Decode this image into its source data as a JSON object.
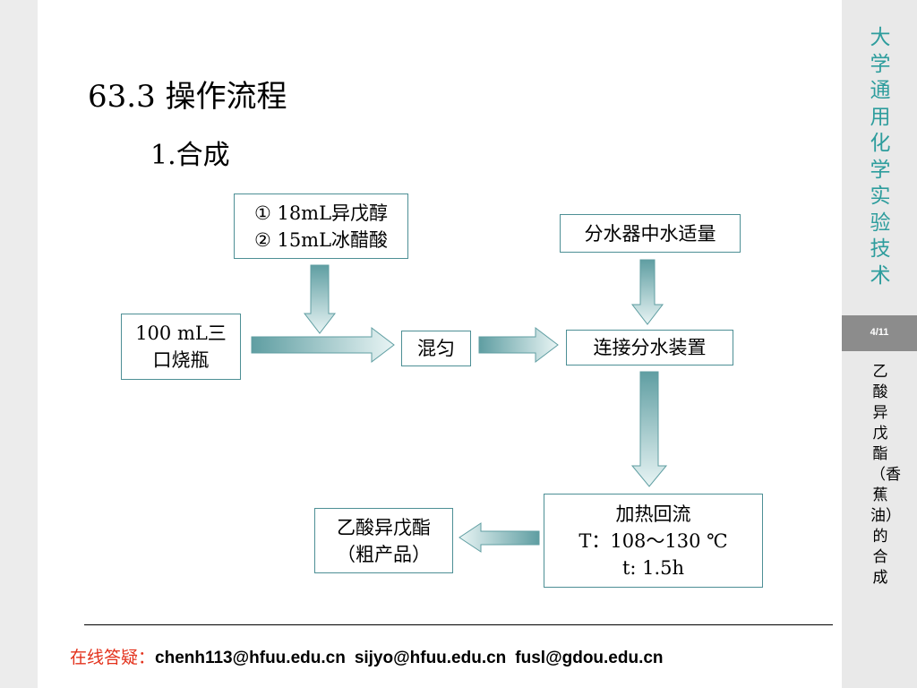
{
  "sidebar": {
    "course_title": "大学通用化学实验技术",
    "page_indicator": "4/11",
    "experiment_title": "乙酸异戊酯（香蕉油）的合成"
  },
  "slide": {
    "heading": "63.3  操作流程",
    "subheading": "1.合成"
  },
  "flowchart": {
    "reagents": {
      "line1": "①  18mL异戊醇",
      "line2": "②  15mL冰醋酸"
    },
    "flask": {
      "line1": "100 mL三",
      "line2": "口烧瓶"
    },
    "mix": "混匀",
    "water_separator": "分水器中水适量",
    "apparatus": "连接分水装置",
    "reflux": {
      "line1": "加热回流",
      "line2": "T：108～130 ℃",
      "line3": "t: 1.5h"
    },
    "product": {
      "line1": "乙酸异戊酯",
      "line2": "（粗产品）"
    }
  },
  "footer": {
    "label": "在线答疑：",
    "emails": [
      "chenh113@hfuu.edu.cn",
      "sijyo@hfuu.edu.cn",
      "fusl@gdou.edu.cn"
    ]
  },
  "colors": {
    "accent": "#2e9d9d",
    "arrow_dark": "#5f9ea2",
    "arrow_light": "#e8f4f4",
    "footer_label": "#e3321c"
  }
}
